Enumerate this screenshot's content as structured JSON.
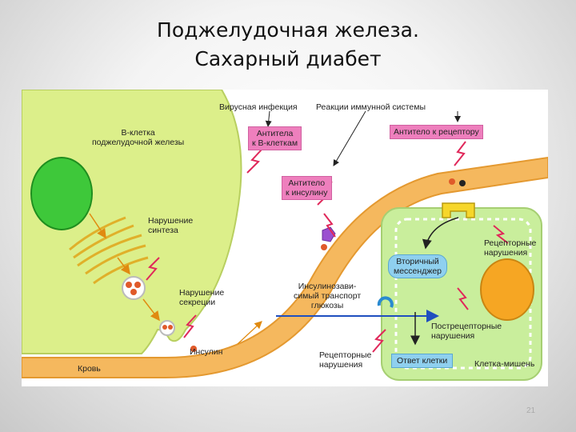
{
  "title": {
    "line1": "Поджелудочная железа.",
    "line2": "Сахарный диабет"
  },
  "figure": {
    "labels": {
      "beta_cell": [
        "В-клетка",
        "поджелудочной железы"
      ],
      "viral_infection": "Вирусная инфекция",
      "immune_reactions": "Реакции иммунной системы",
      "antibodies_b_cells": [
        "Антитела",
        "к В-клеткам"
      ],
      "antibody_receptor": "Антитело к рецептору",
      "antibody_insulin": [
        "Антитело",
        "к инсулину"
      ],
      "synthesis_disorder": [
        "Нарушение",
        "синтеза"
      ],
      "secretion_disorder": [
        "Нарушение",
        "секреции"
      ],
      "insulin": "Инсулин",
      "blood": "Кровь",
      "insulin_independent": [
        "Инсулинозави-",
        "симый транспорт",
        "глюкозы"
      ],
      "receptor_disorders_bottom": [
        "Рецепторные",
        "нарушения"
      ],
      "receptor_disorders_right": [
        "Рецепторные",
        "нарушения"
      ],
      "second_messenger": [
        "Вторичный",
        "мессенджер"
      ],
      "postreceptor_disorders": [
        "Пострецепторные",
        "нарушения"
      ],
      "cell_response": "Ответ клетки",
      "target_cell": "Клетка-мишень"
    },
    "colors": {
      "cell": "#dcef8a",
      "nucleus": "#3ec83a",
      "vessel": "#f5b85e",
      "target_cell": "#c9ee9c",
      "target_nucleus": "#f6a623",
      "pink_box": "#ee7fbd",
      "blue_box": "#8fd0ef",
      "lightning": "#e0285a",
      "arrow_blue": "#1f4fbf"
    }
  },
  "page_number": "21"
}
